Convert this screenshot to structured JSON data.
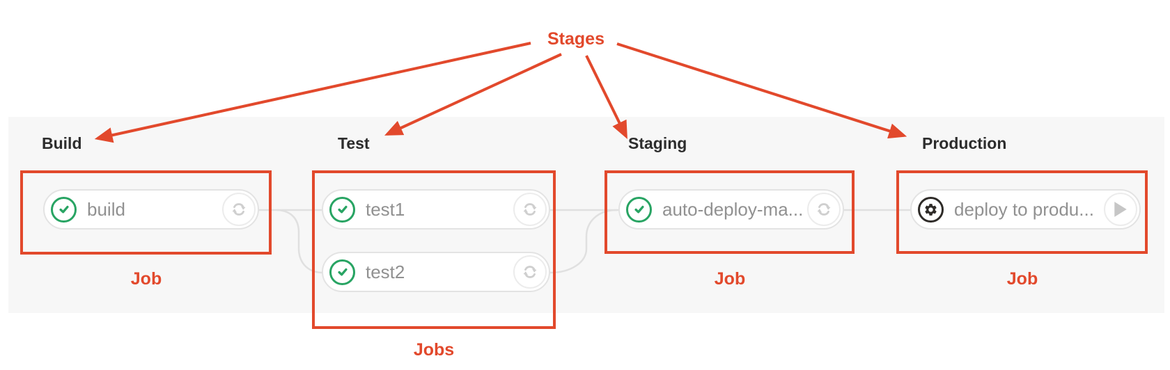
{
  "annotations": {
    "stages_label": "Stages",
    "accent_color": "#e2492c",
    "job_labels": {
      "build": "Job",
      "test": "Jobs",
      "staging": "Job",
      "production": "Job"
    }
  },
  "pipeline": {
    "stages": [
      {
        "name": "Build",
        "jobs": [
          {
            "name": "build",
            "status": "success",
            "status_icon": "check-circle-icon",
            "action_icon": "retry-icon"
          }
        ]
      },
      {
        "name": "Test",
        "jobs": [
          {
            "name": "test1",
            "status": "success",
            "status_icon": "check-circle-icon",
            "action_icon": "retry-icon"
          },
          {
            "name": "test2",
            "status": "success",
            "status_icon": "check-circle-icon",
            "action_icon": "retry-icon"
          }
        ]
      },
      {
        "name": "Staging",
        "jobs": [
          {
            "name": "auto-deploy-ma...",
            "status": "success",
            "status_icon": "check-circle-icon",
            "action_icon": "retry-icon"
          }
        ]
      },
      {
        "name": "Production",
        "jobs": [
          {
            "name": "deploy to produ...",
            "status": "manual",
            "status_icon": "gear-circle-icon",
            "action_icon": "play-icon"
          }
        ]
      }
    ]
  },
  "colors": {
    "success_green": "#28a463",
    "manual_dark": "#2e2b28",
    "job_text_gray": "#919191",
    "stage_header": "#2d2d2d",
    "band_background": "#f7f7f7",
    "connector_gray": "#e0e0e0",
    "annotation_red": "#e2492c"
  }
}
